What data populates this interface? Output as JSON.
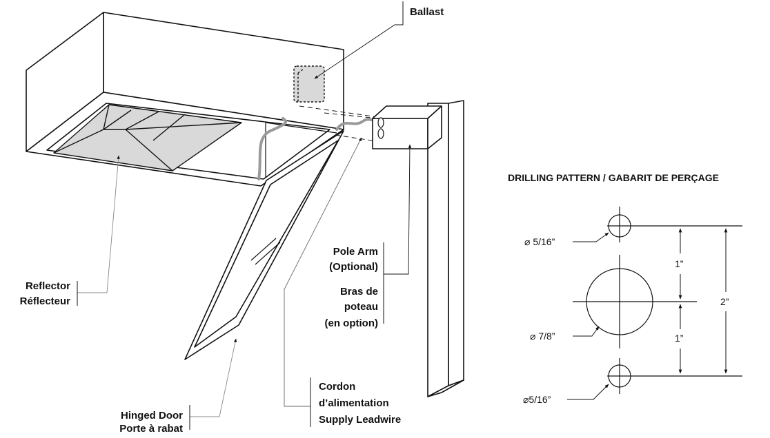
{
  "labels": {
    "ballast": "Ballast",
    "reflector": [
      "Reflector",
      "Réflecteur"
    ],
    "hinged_door": [
      "Hinged Door",
      "Porte à rabat"
    ],
    "pole_arm": [
      "Pole Arm",
      "(Optional)",
      "Bras de",
      "poteau",
      "(en option)"
    ],
    "supply_leadwire": [
      "Cordon",
      "d’alimentation",
      "Supply Leadwire"
    ]
  },
  "drilling": {
    "title": "DRILLING PATTERN / GABARIT DE PERÇAGE",
    "hole_top": "⌀ 5/16”",
    "hole_center": "⌀  7/8”",
    "hole_bottom": "⌀5/16”",
    "dim_upper": "1”",
    "dim_lower": "1”",
    "dim_total": "2”"
  }
}
